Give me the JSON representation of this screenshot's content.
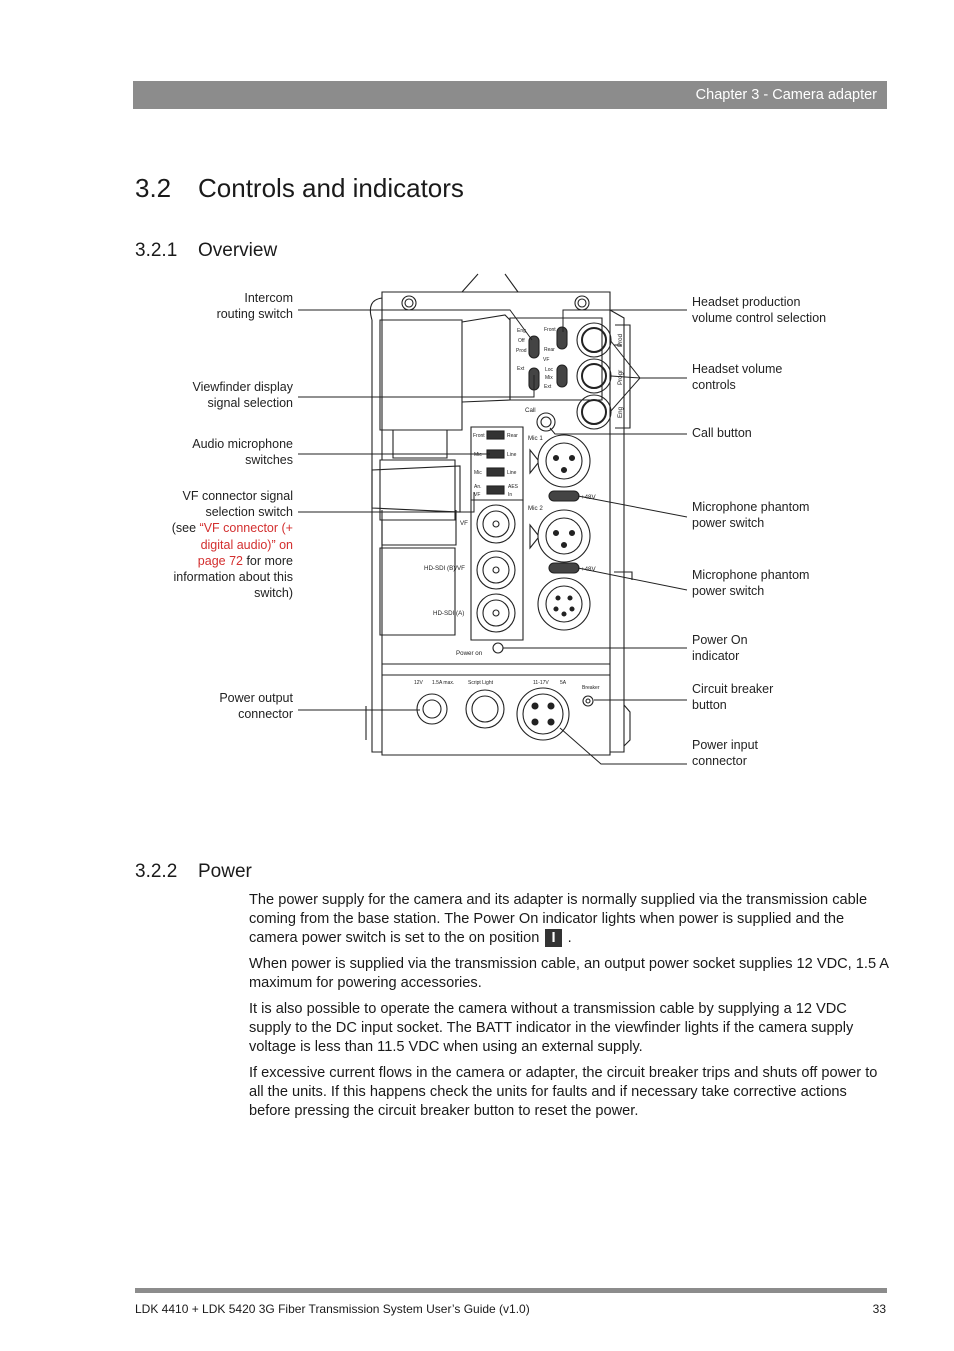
{
  "header": {
    "chapter": "Chapter 3 - Camera adapter"
  },
  "section": {
    "number": "3.2",
    "title": "Controls and indicators"
  },
  "overview": {
    "number": "3.2.1",
    "title": "Overview"
  },
  "labels_left": {
    "intercom": [
      "Intercom",
      "routing switch"
    ],
    "viewfinder": [
      "Viewfinder display",
      "signal selection"
    ],
    "audio_mic": [
      "Audio microphone",
      "switches"
    ],
    "vf_connector": [
      "VF connector signal",
      "selection switch"
    ],
    "vf_see": "(see ",
    "vf_link": [
      "“VF connector (+",
      "digital audio)” on",
      "page 72"
    ],
    "vf_more": [
      " for more",
      "information about this",
      "switch)"
    ],
    "power_output": [
      "Power output",
      "connector"
    ]
  },
  "labels_right": {
    "headset_prod": [
      "Headset production",
      "volume control selection"
    ],
    "headset_vol": [
      "Headset volume",
      "controls"
    ],
    "call": "Call button",
    "phantom1": [
      "Microphone phantom",
      "power switch"
    ],
    "phantom2": [
      "Microphone phantom",
      "power switch"
    ],
    "power_on": [
      "Power On",
      "indicator"
    ],
    "breaker": [
      "Circuit breaker",
      "button"
    ],
    "power_input": [
      "Power input",
      "connector"
    ]
  },
  "device": {
    "eng": "Eng",
    "off": "Off",
    "prod": "Prod",
    "front": "Front",
    "rear": "Rear",
    "vf": "VF",
    "ext": "Ext",
    "loc": "Loc",
    "mix": "Mix",
    "knob_prod": "Prod",
    "knob_progr": "Progr",
    "knob_eng": "Eng",
    "call": "Call",
    "mic1": "Mic 1",
    "mic2": "Mic 2",
    "sw_front": "Front",
    "sw_rear": "Rear",
    "sw_mic": "Mic",
    "sw_line": "Line",
    "sw_an": "An.",
    "sw_vf": "VF",
    "sw_aes": "AES",
    "sw_in": "In",
    "vf_conn": "VF",
    "hdsdi_b": "HD-SDI (B)/VF",
    "hdsdi_a": "HD-SDI (A)",
    "plus48": "+48V",
    "power_on": "Power on",
    "v12": "12V",
    "a15": "1.5A max.",
    "script": "Script Light",
    "v1117": "11-17V",
    "a5": "5A",
    "breaker": "Breaker"
  },
  "power": {
    "number": "3.2.2",
    "title": "Power",
    "p1a": "The power supply for the camera and its adapter is normally supplied via the transmission cable coming from the base station. The Power On indicator lights when power is supplied and the camera power switch is set to the on position",
    "p1_symbol": "I",
    "p1b": ".",
    "p2": "When power is supplied via the transmission cable, an output power socket supplies 12 VDC, 1.5 A maximum for powering accessories.",
    "p3": "It is also possible to operate the camera without a transmission cable by supplying a 12 VDC supply to the DC input socket. The BATT indicator in the viewfinder lights if the camera supply voltage is less than 11.5 VDC when using an external supply.",
    "p4": "If excessive current flows in the camera or adapter, the circuit breaker trips and shuts off power to all the units. If this happens check the units for faults and if necessary take corrective actions before pressing the circuit breaker button to reset the power."
  },
  "footer": {
    "title": "LDK 4410 + LDK 5420 3G Fiber Transmission System User’s Guide (v1.0)",
    "page": "33"
  }
}
